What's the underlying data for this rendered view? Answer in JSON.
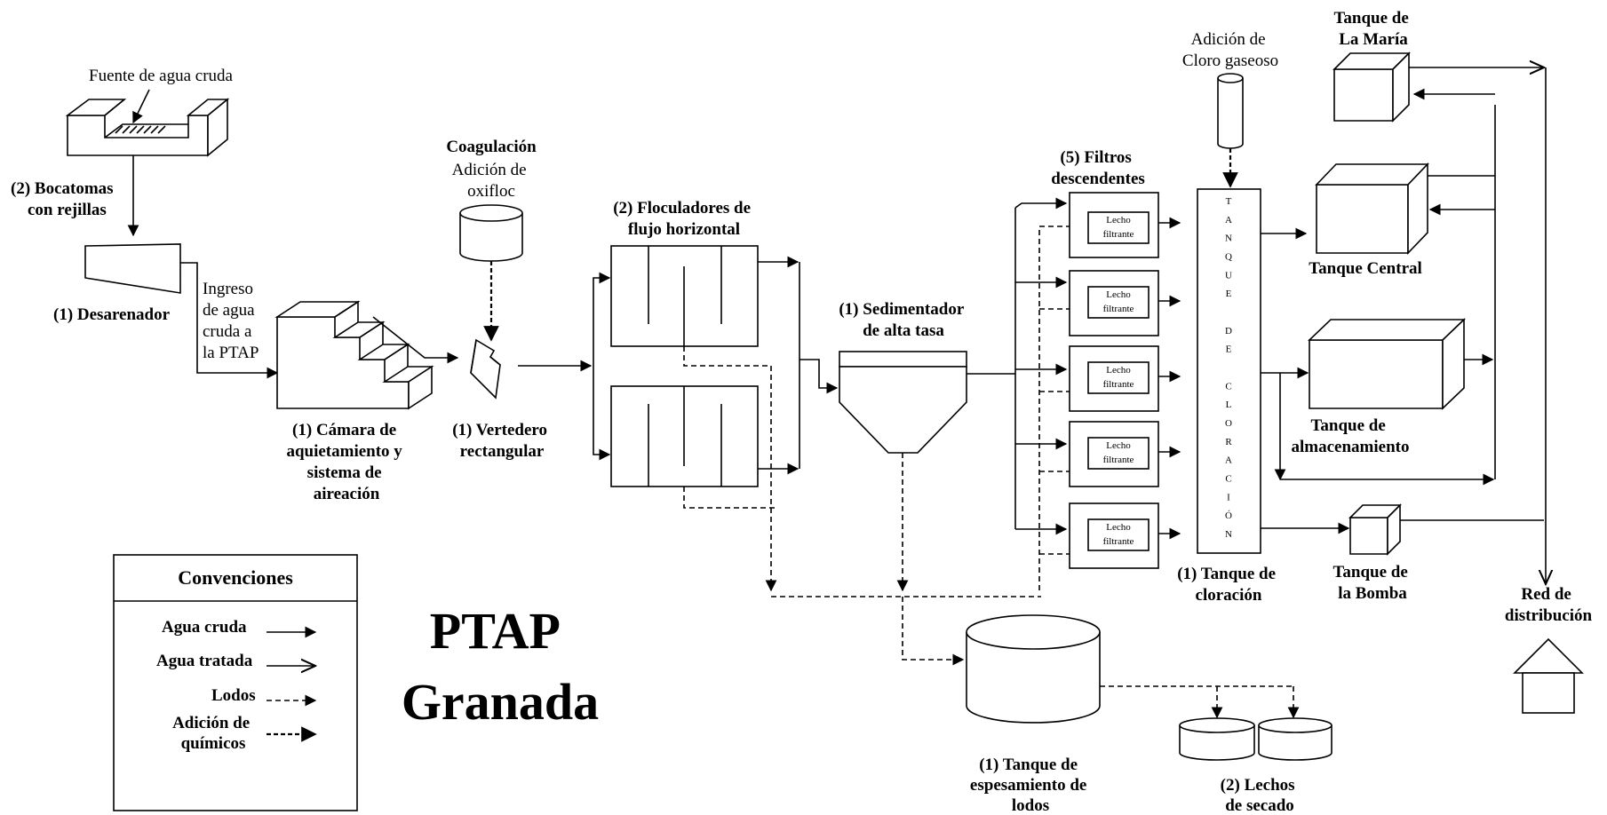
{
  "labels": {
    "fuente": "Fuente de agua cruda",
    "bocatomas": [
      "(2) Bocatomas",
      "con rejillas"
    ],
    "desarenador": "(1) Desarenador",
    "ingreso": [
      "Ingreso",
      "de agua",
      "cruda a",
      "la PTAP"
    ],
    "camara": [
      "(1) Cámara de",
      "aquietamiento y",
      "sistema de",
      "aireación"
    ],
    "coagulacion": "Coagulación",
    "adicion_oxifloc": [
      "Adición de",
      "oxifloc"
    ],
    "vertedero": [
      "(1) Vertedero",
      "rectangular"
    ],
    "floculadores": [
      "(2) Floculadores de",
      "flujo horizontal"
    ],
    "sedimentador": [
      "(1) Sedimentador",
      "de alta tasa"
    ],
    "filtros": [
      "(5) Filtros",
      "descendentes"
    ],
    "lecho": [
      "Lecho",
      "filtrante"
    ],
    "adicion_cloro": [
      "Adición de",
      "Cloro gaseoso"
    ],
    "tanque_cloracion_vertical": [
      "T",
      "A",
      "N",
      "Q",
      "U",
      "E",
      "",
      "D",
      "E",
      "",
      "C",
      "L",
      "O",
      "R",
      "A",
      "C",
      "I",
      "Ó",
      "N"
    ],
    "tanque_cloracion": [
      "(1) Tanque de",
      "cloración"
    ],
    "tanque_maria": [
      "Tanque de",
      "La María"
    ],
    "tanque_central": "Tanque Central",
    "tanque_almacenamiento": [
      "Tanque de",
      "almacenamiento"
    ],
    "tanque_bomba": [
      "Tanque de",
      "la Bomba"
    ],
    "red": [
      "Red de",
      "distribución"
    ],
    "espesamiento": [
      "(1) Tanque de",
      "espesamiento de",
      "lodos"
    ],
    "lechos_secado": [
      "(2) Lechos",
      "de secado"
    ]
  },
  "title": [
    "PTAP",
    "Granada"
  ],
  "legend": {
    "heading": "Convenciones",
    "agua_cruda": "Agua cruda",
    "agua_tratada": "Agua tratada",
    "lodos": "Lodos",
    "quimicos": [
      "Adición de",
      "químicos"
    ]
  }
}
